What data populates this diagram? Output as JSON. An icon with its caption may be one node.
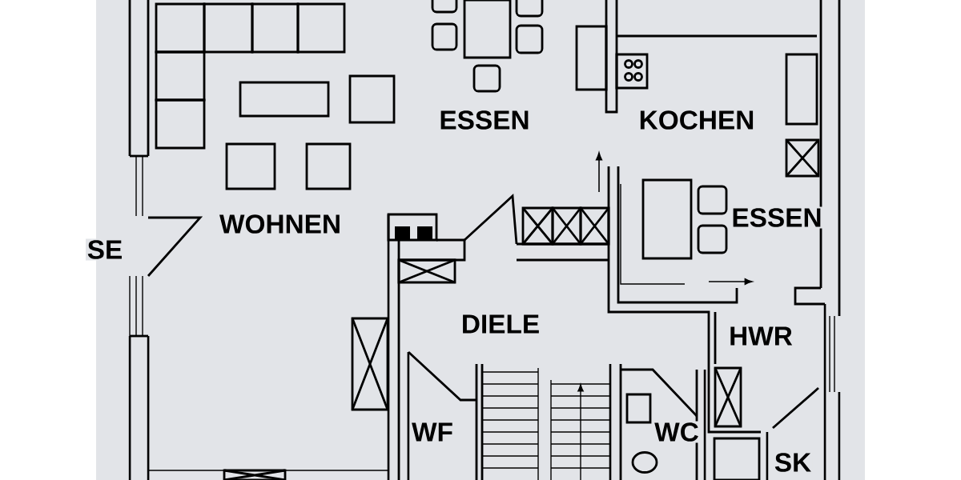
{
  "diagram": {
    "labels": [
      "ESSEN",
      "KOCHEN",
      "ESSEN",
      "WOHNEN",
      "SE",
      "DIELE",
      "HWR",
      "WF",
      "WC",
      "SK"
    ]
  }
}
